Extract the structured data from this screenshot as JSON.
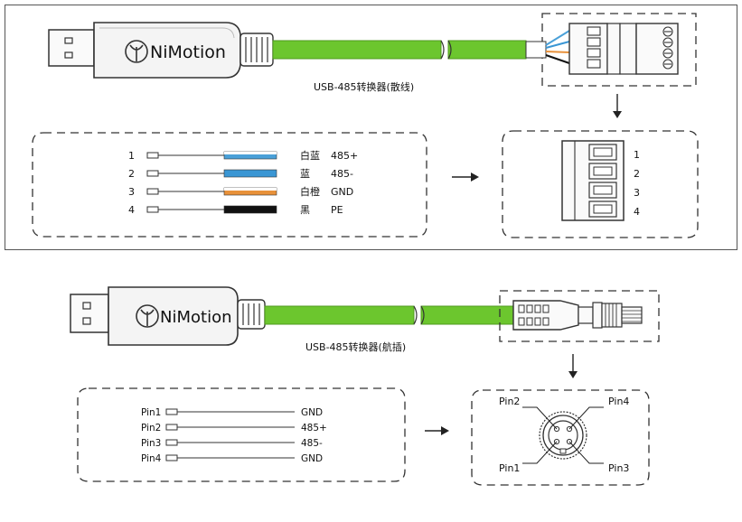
{
  "brand": "NiMotion",
  "top": {
    "caption": "USB-485转换器(散线)",
    "wires": [
      {
        "num": "1",
        "color_name": "白蓝",
        "signal": "485+",
        "fill": "#4aa0d8",
        "stripe": "#ffffff"
      },
      {
        "num": "2",
        "color_name": "蓝",
        "signal": "485-",
        "fill": "#3a96d4",
        "stripe": ""
      },
      {
        "num": "3",
        "color_name": "白橙",
        "signal": "GND",
        "fill": "#e8913a",
        "stripe": "#ffffff"
      },
      {
        "num": "4",
        "color_name": "黑",
        "signal": "PE",
        "fill": "#111111",
        "stripe": ""
      }
    ],
    "terminal_labels": [
      "1",
      "2",
      "3",
      "4"
    ]
  },
  "bottom": {
    "caption": "USB-485转换器(航插)",
    "pins": [
      {
        "name": "Pin1",
        "signal": "GND"
      },
      {
        "name": "Pin2",
        "signal": "485+"
      },
      {
        "name": "Pin3",
        "signal": "485-"
      },
      {
        "name": "Pin4",
        "signal": "GND"
      }
    ],
    "connector_labels": {
      "pin1": "Pin1",
      "pin2": "Pin2",
      "pin3": "Pin3",
      "pin4": "Pin4"
    }
  },
  "colors": {
    "cable_green": "#6cc62e",
    "cable_dark": "#4f9a1f",
    "dongle_fill": "#f4f4f4",
    "dongle_stroke": "#333333"
  }
}
